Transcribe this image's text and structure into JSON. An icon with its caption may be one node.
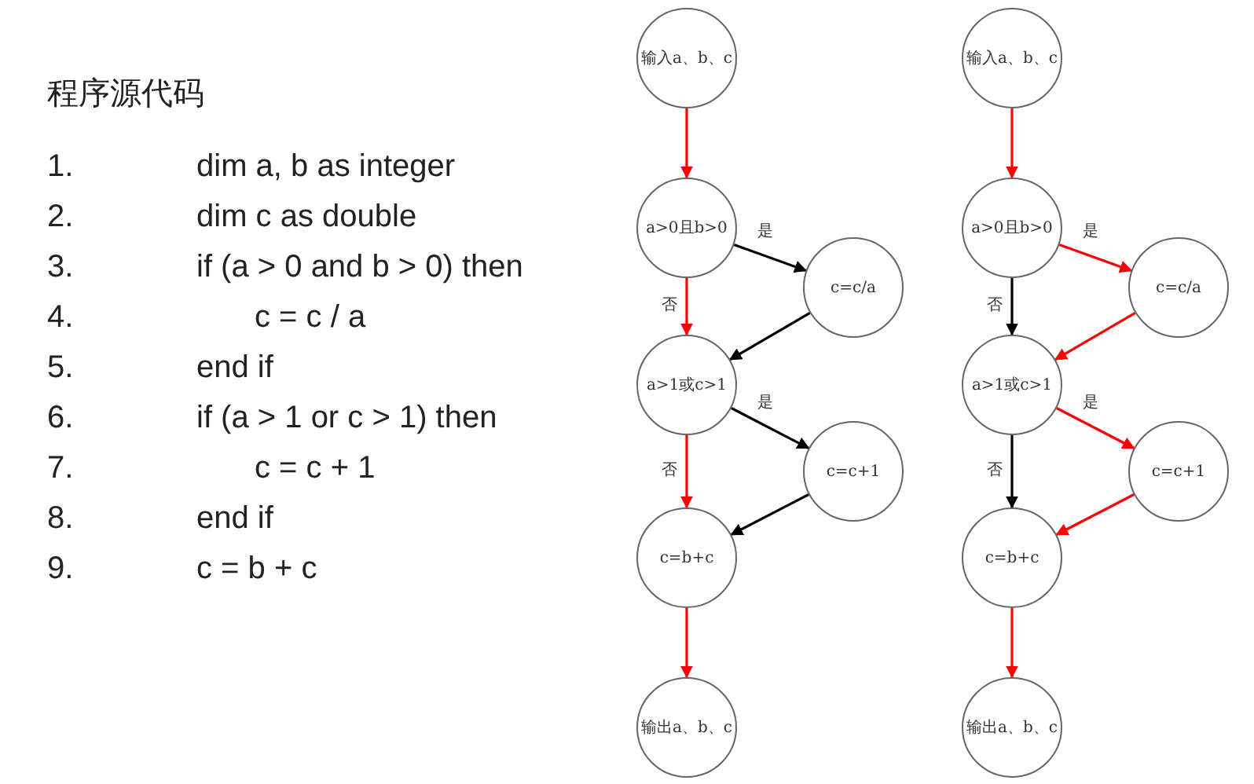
{
  "diagram": {
    "title": "程序源代码",
    "nodes": [
      {
        "text": [
          "输入a、b、c"
        ]
      },
      {
        "text": [
          "a>0且b>0"
        ]
      },
      {
        "text": [
          "c=c/a"
        ]
      },
      {
        "text": [
          "a>1或c>1"
        ]
      },
      {
        "text": [
          "c=c+1"
        ]
      },
      {
        "text": [
          "c=b+c"
        ]
      },
      {
        "text": [
          "输出a、b、c"
        ]
      },
      {
        "text": [
          "输入a、b、c"
        ]
      },
      {
        "text": [
          "a>0且b>0"
        ]
      },
      {
        "text": [
          "c=c/a"
        ]
      },
      {
        "text": [
          "a>1或c>1"
        ]
      },
      {
        "text": [
          "c=c+1"
        ]
      },
      {
        "text": [
          "c=b+c"
        ]
      },
      {
        "text": [
          "输出a、b、c"
        ]
      }
    ],
    "edges": [
      {
        "from": 0,
        "to": 1,
        "arrow": "to"
      },
      {
        "from": 1,
        "to": 2,
        "arrow": "to",
        "label": "是",
        "color": "#000000"
      },
      {
        "from": 1,
        "to": 3,
        "arrow": "to",
        "label": "否"
      },
      {
        "from": 2,
        "to": 3,
        "arrow": "to",
        "color": "#000000"
      },
      {
        "from": 3,
        "to": 4,
        "arrow": "to",
        "label": "是",
        "color": "#000000"
      },
      {
        "from": 3,
        "to": 5,
        "arrow": "to",
        "label": "否"
      },
      {
        "from": 4,
        "to": 5,
        "arrow": "to",
        "color": "#000000"
      },
      {
        "from": 5,
        "to": 6,
        "arrow": "to"
      },
      {
        "from": 7,
        "to": 8,
        "arrow": "to"
      },
      {
        "from": 8,
        "to": 9,
        "arrow": "to",
        "label": "是"
      },
      {
        "from": 8,
        "to": 10,
        "arrow": "to",
        "label": "否",
        "color": "#000000"
      },
      {
        "from": 9,
        "to": 10,
        "arrow": "to"
      },
      {
        "from": 10,
        "to": 11,
        "arrow": "to",
        "label": "是"
      },
      {
        "from": 10,
        "to": 12,
        "arrow": "to",
        "label": "否",
        "color": "#000000"
      },
      {
        "from": 11,
        "to": 12,
        "arrow": "to"
      },
      {
        "from": 12,
        "to": 13,
        "arrow": "to"
      }
    ],
    "labels": [
      "1.",
      "dim a, b as integer",
      "2.",
      "dim c as double",
      "3.",
      "if (a > 0 and b > 0) then",
      "4.",
      "c = c / a",
      "5.",
      "end if",
      "6.",
      "if (a > 1 or c > 1) then",
      "7.",
      "c = c + 1",
      "8.",
      "end if",
      "9.",
      "c = b + c"
    ]
  }
}
